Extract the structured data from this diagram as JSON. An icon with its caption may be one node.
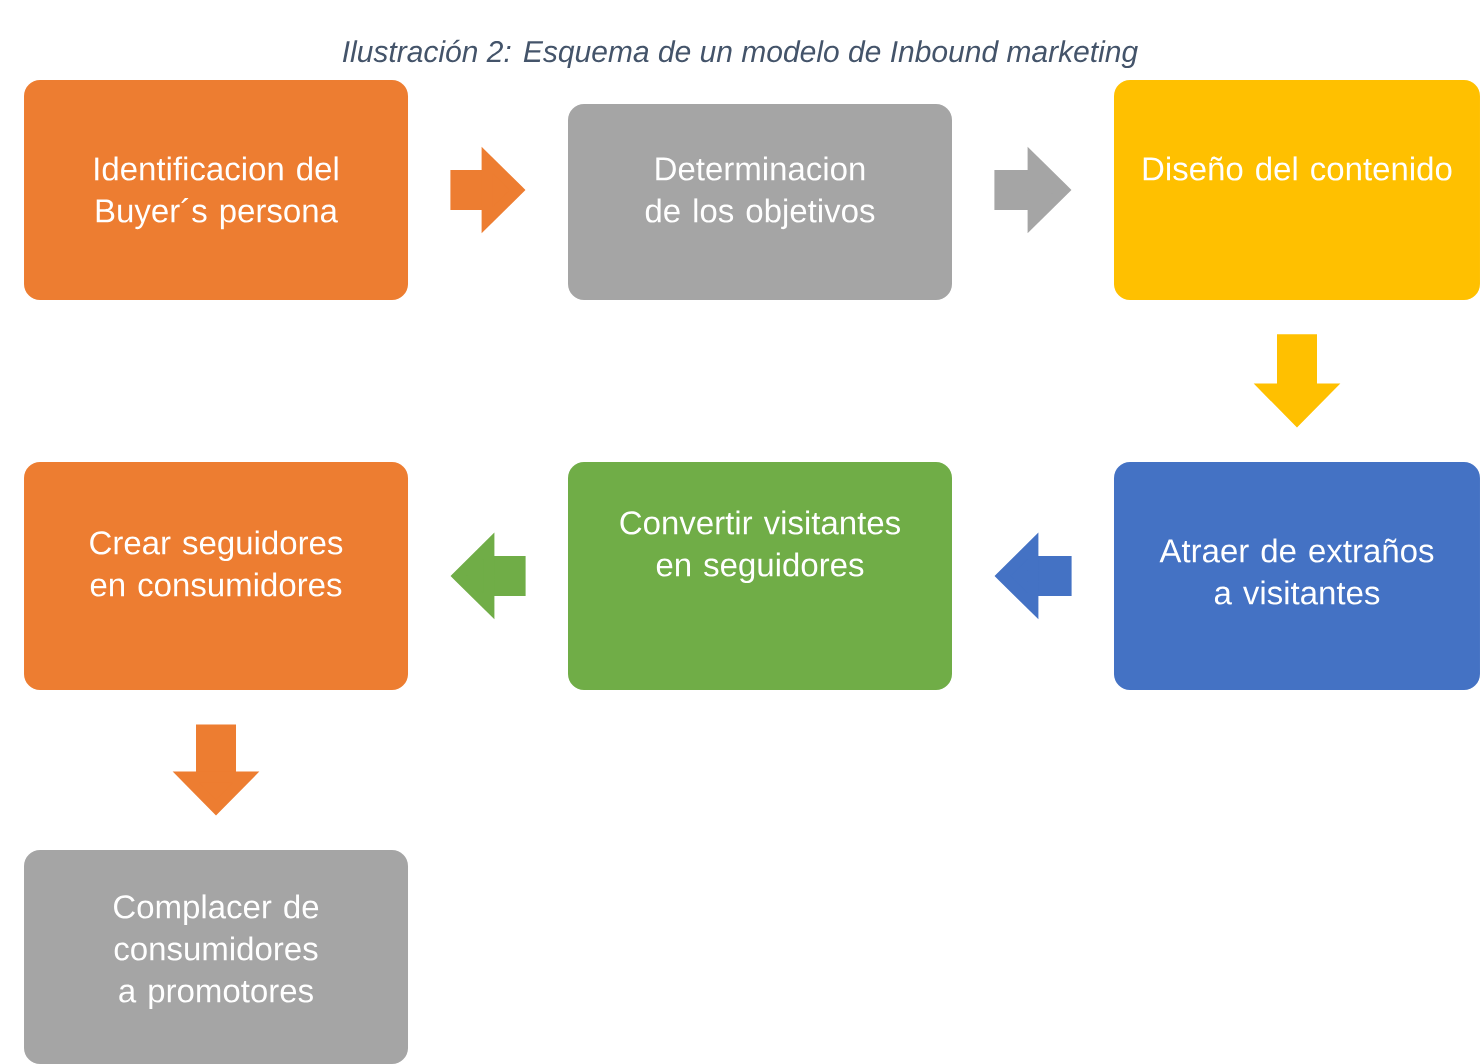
{
  "diagram": {
    "title": "Ilustración 2: Esquema de un modelo de Inbound marketing",
    "nodes": [
      {
        "text": [
          "Identificacion del Buyer´s persona"
        ]
      },
      {
        "text": [
          "Determinacion de los objetivos"
        ]
      },
      {
        "text": [
          "Diseño del contenido"
        ]
      },
      {
        "text": [
          "Atraer de extraños a visitantes"
        ]
      },
      {
        "text": [
          "Convertir visitantes en seguidores"
        ]
      },
      {
        "text": [
          "Crear seguidores en consumidores"
        ]
      },
      {
        "text": [
          "Complacer de consumidores a promotores"
        ]
      }
    ],
    "edges": [
      {
        "from": 0,
        "to": 1,
        "arrow": "to",
        "color": "#ed7d31"
      },
      {
        "from": 1,
        "to": 2,
        "arrow": "to",
        "color": "#a5a5a5"
      },
      {
        "from": 2,
        "to": 3,
        "arrow": "to",
        "color": "#ffc000"
      },
      {
        "from": 3,
        "to": 4,
        "arrow": "to",
        "color": "#4472c4"
      },
      {
        "from": 4,
        "to": 5,
        "arrow": "to",
        "color": "#70ad47"
      },
      {
        "from": 5,
        "to": 6,
        "arrow": "to",
        "color": "#ed7d31"
      }
    ]
  }
}
